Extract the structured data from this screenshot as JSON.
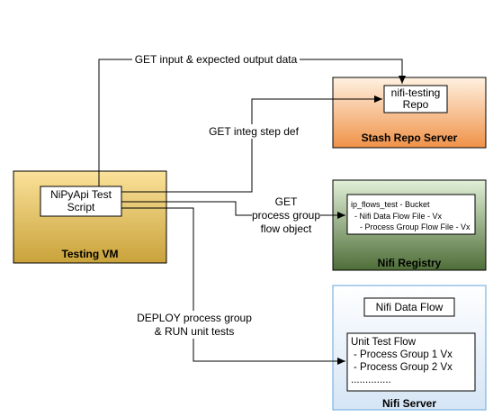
{
  "nodes": {
    "testing_vm": {
      "title": "Testing VM"
    },
    "test_script": {
      "label_line1": "NiPyApi Test",
      "label_line2": "Script"
    },
    "stash_server": {
      "title": "Stash Repo Server"
    },
    "repo": {
      "label_line1": "nifi-testing",
      "label_line2": "Repo"
    },
    "nifi_registry": {
      "title": "Nifi Registry"
    },
    "bucket": {
      "line1": "ip_flows_test - Bucket",
      "line2": "- Nifi Data Flow File - Vx",
      "line3": "- Process Group Flow File - Vx"
    },
    "nifi_server": {
      "title": "Nifi Server"
    },
    "data_flow": {
      "label": "Nifi Data Flow"
    },
    "unit_test_flow": {
      "title": "Unit Test Flow",
      "items": [
        "- Process Group 1 Vx",
        "- Process Group 2 Vx",
        ".............."
      ]
    }
  },
  "edges": {
    "get_input": "GET input & expected output data",
    "get_integ": "GET integ step def",
    "get_pg_line1": "GET",
    "get_pg_line2": "process group",
    "get_pg_line3": "flow object",
    "deploy_line1": "DEPLOY process group",
    "deploy_line2": "& RUN unit tests"
  },
  "colors": {
    "testing_vm_fill_top": "#fbe29a",
    "testing_vm_fill_bottom": "#c9a23a",
    "stash_fill_top": "#fff1e1",
    "stash_fill_bottom": "#ef9248",
    "registry_fill_top": "#e1f0d8",
    "registry_fill_bottom": "#4f6e38",
    "server_fill_top": "#ffffff",
    "server_fill_bottom": "#d5e5f5",
    "server_stroke": "#7bb2e0",
    "line": "#000000"
  }
}
